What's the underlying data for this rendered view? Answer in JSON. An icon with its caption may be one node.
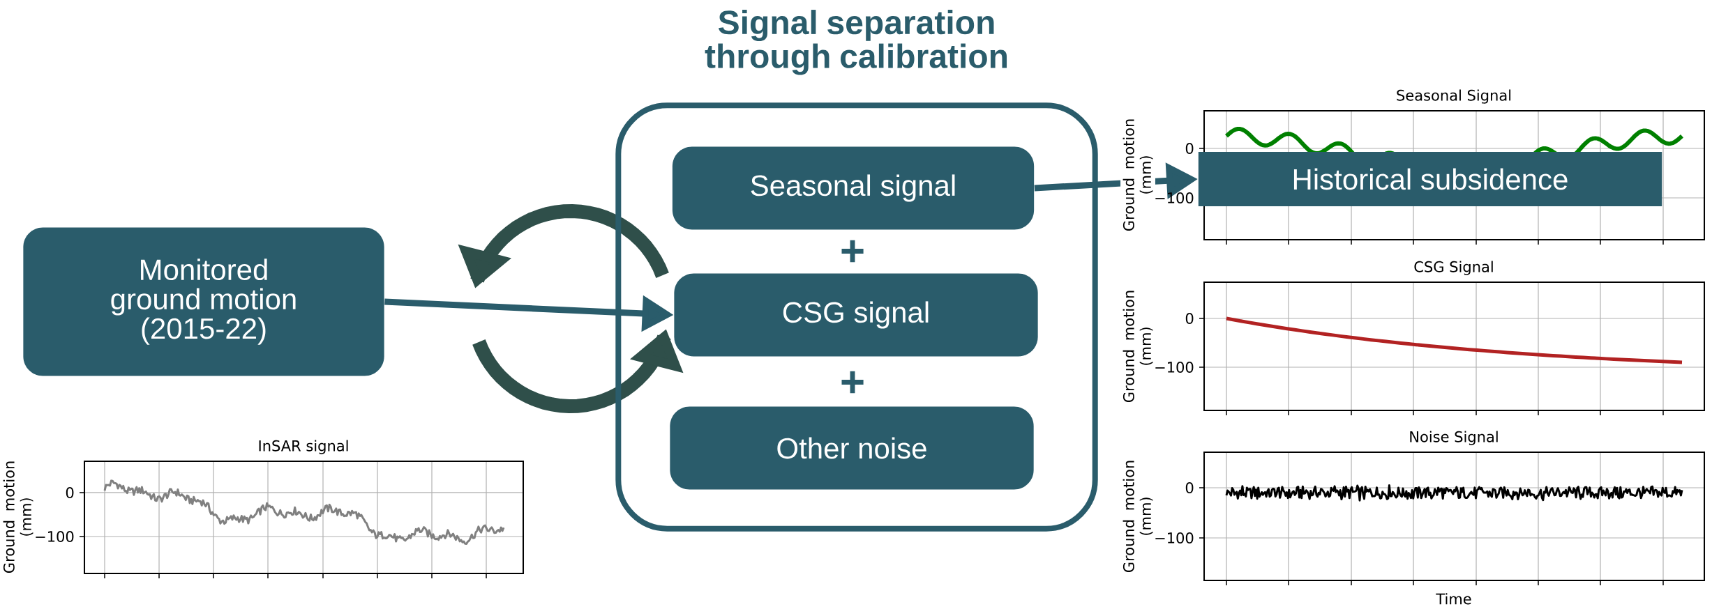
{
  "diagram": {
    "nodes": [
      {
        "text": [
          "Monitored ground motion (2015-22)"
        ]
      },
      {
        "text": [
          "Signal separation through calibration"
        ]
      },
      {
        "text": [
          "Seasonal signal"
        ],
        "in": 1
      },
      {
        "text": [
          "CSG signal"
        ],
        "in": 1
      },
      {
        "text": [
          "Other noise"
        ],
        "in": 1
      },
      {
        "text": [
          "Historical subsidence"
        ]
      }
    ],
    "edges": [
      {
        "from": 0,
        "to": 3,
        "arrow": "to"
      },
      {
        "from": 2,
        "to": 5,
        "arrow": "to"
      }
    ],
    "labels": [
      "+",
      "+",
      "Seasonal Signal",
      "0",
      "−100",
      "Ground motion (mm)",
      "CSG Signal",
      "0",
      "−100",
      "Ground motion (mm)",
      "InSAR signal",
      "0",
      "−100",
      "Ground motion (mm)",
      "Noise Signal",
      "0",
      "−100",
      "Ground motion (mm)",
      "Time"
    ]
  }
}
